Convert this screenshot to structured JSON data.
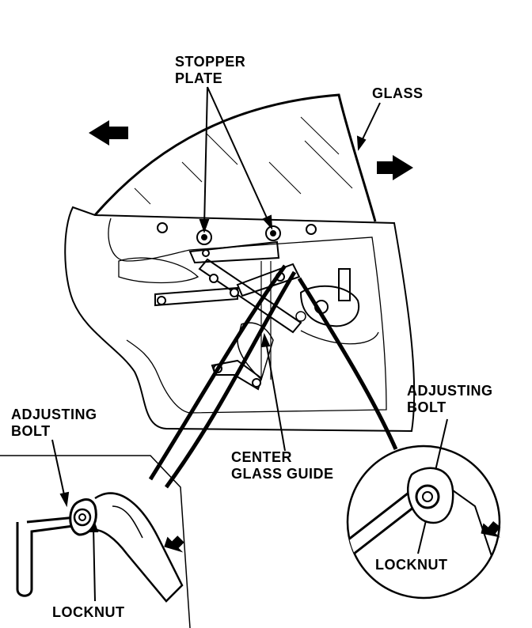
{
  "labels": {
    "stopper_plate": [
      "STOPPER",
      "PLATE"
    ],
    "glass": "GLASS",
    "adjusting_bolt_left": [
      "ADJUSTING",
      "BOLT"
    ],
    "adjusting_bolt_right": [
      "ADJUSTING",
      "BOLT"
    ],
    "center_glass_guide": [
      "CENTER",
      "GLASS GUIDE"
    ],
    "locknut_left": "LOCKNUT",
    "locknut_right": "LOCKNUT"
  },
  "colors": {
    "ink": "#000000",
    "paper": "#ffffff"
  }
}
